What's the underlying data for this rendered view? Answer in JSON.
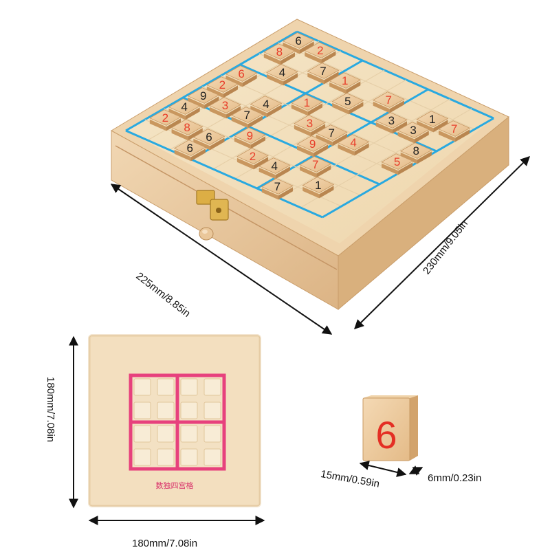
{
  "product": {
    "box_width_label": "225mm/8.85in",
    "box_depth_label": "230mm/9.05in",
    "board_height_label": "180mm/7.08in",
    "board_width_label": "180mm/7.08in",
    "tile_width_label": "15mm/0.59in",
    "tile_thickness_label": "6mm/0.23in",
    "board_caption": "数独四宫格",
    "tile_digit": "6"
  },
  "sudoku_tiles": [
    {
      "r": 0,
      "c": 0,
      "d": "6",
      "red": false
    },
    {
      "r": 0,
      "c": 1,
      "d": "2",
      "red": true
    },
    {
      "r": 1,
      "c": 0,
      "d": "8",
      "red": true
    },
    {
      "r": 1,
      "c": 2,
      "d": "7",
      "red": false
    },
    {
      "r": 1,
      "c": 3,
      "d": "1",
      "red": true
    },
    {
      "r": 1,
      "c": 5,
      "d": "7",
      "red": true
    },
    {
      "r": 1,
      "c": 7,
      "d": "1",
      "red": false
    },
    {
      "r": 1,
      "c": 8,
      "d": "7",
      "red": true
    },
    {
      "r": 2,
      "c": 1,
      "d": "4",
      "red": false
    },
    {
      "r": 2,
      "c": 4,
      "d": "5",
      "red": false
    },
    {
      "r": 2,
      "c": 6,
      "d": "3",
      "red": false
    },
    {
      "r": 2,
      "c": 7,
      "d": "3",
      "red": false
    },
    {
      "r": 3,
      "c": 0,
      "d": "6",
      "red": true
    },
    {
      "r": 3,
      "c": 3,
      "d": "1",
      "red": true
    },
    {
      "r": 3,
      "c": 8,
      "d": "8",
      "red": false
    },
    {
      "r": 4,
      "c": 0,
      "d": "2",
      "red": true
    },
    {
      "r": 4,
      "c": 2,
      "d": "4",
      "red": false
    },
    {
      "r": 4,
      "c": 4,
      "d": "3",
      "red": true
    },
    {
      "r": 4,
      "c": 5,
      "d": "7",
      "red": false
    },
    {
      "r": 4,
      "c": 6,
      "d": "4",
      "red": true
    },
    {
      "r": 4,
      "c": 8,
      "d": "5",
      "red": true
    },
    {
      "r": 5,
      "c": 0,
      "d": "9",
      "red": false
    },
    {
      "r": 5,
      "c": 1,
      "d": "3",
      "red": true
    },
    {
      "r": 5,
      "c": 2,
      "d": "7",
      "red": false
    },
    {
      "r": 5,
      "c": 5,
      "d": "9",
      "red": true
    },
    {
      "r": 6,
      "c": 0,
      "d": "4",
      "red": false
    },
    {
      "r": 6,
      "c": 3,
      "d": "9",
      "red": true
    },
    {
      "r": 6,
      "c": 6,
      "d": "7",
      "red": true
    },
    {
      "r": 7,
      "c": 0,
      "d": "2",
      "red": true
    },
    {
      "r": 7,
      "c": 1,
      "d": "8",
      "red": true
    },
    {
      "r": 7,
      "c": 2,
      "d": "6",
      "red": false
    },
    {
      "r": 7,
      "c": 4,
      "d": "2",
      "red": true
    },
    {
      "r": 7,
      "c": 5,
      "d": "4",
      "red": false
    },
    {
      "r": 7,
      "c": 7,
      "d": "1",
      "red": false
    },
    {
      "r": 8,
      "c": 2,
      "d": "6",
      "red": false
    },
    {
      "r": 8,
      "c": 6,
      "d": "7",
      "red": false
    }
  ],
  "colors": {
    "wood_light": "#f3ddbd",
    "wood_mid": "#e9c99b",
    "wood_dark": "#cfa574",
    "blue_grid": "#29a9e0",
    "pink_grid": "#e7417d",
    "red_digit": "#e83e2a",
    "black_digit": "#222222",
    "brass": "#d8a93b"
  }
}
